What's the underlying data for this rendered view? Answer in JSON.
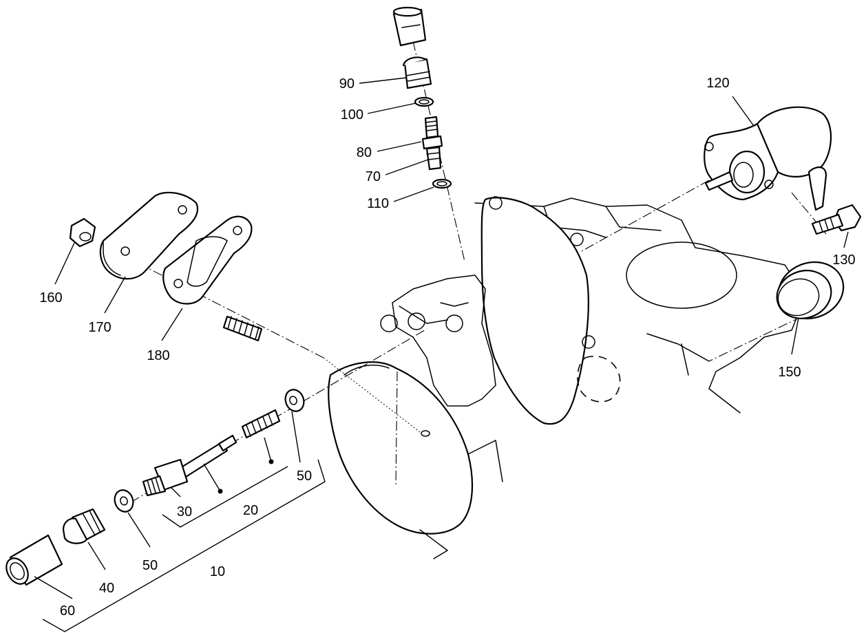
{
  "callouts": {
    "c90": "90",
    "c100": "100",
    "c80": "80",
    "c70": "70",
    "c110": "110",
    "c120": "120",
    "c130": "130",
    "c150": "150",
    "c160": "160",
    "c170": "170",
    "c180": "180",
    "c50a": "50",
    "c50b": "50",
    "c30": "30",
    "c20": "20",
    "c10": "10",
    "c40": "40",
    "c60": "60"
  }
}
